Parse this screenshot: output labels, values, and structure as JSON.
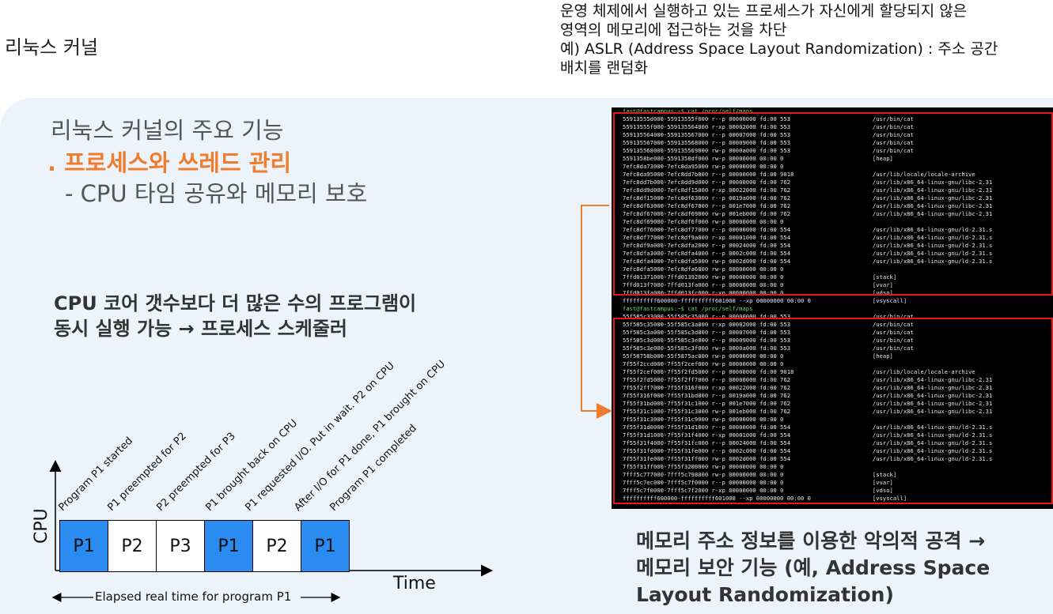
{
  "page_title": "리눅스 커널",
  "top_note": [
    "운영 체제에서 실행하고 있는 프로세스가 자신에게 할당되지 않은",
    "영역의 메모리에 접근하는 것을 차단",
    "예) ASLR (Address Space Layout Randomization) : 주소 공간",
    "배치를 랜덤화"
  ],
  "feature": {
    "title": "리눅스 커널의 주요 기능",
    "subtitle": ". 프로세스와 쓰레드 관리",
    "desc": "- CPU 타임 공유와 메모리 보호"
  },
  "scheduler_text": [
    "CPU 코어 갯수보다 더 많은 수의 프로그램이",
    "동시 실행 가능 → 프로세스 스케줄러"
  ],
  "malicious_text": [
    "메모리 주소 정보를 이용한 악의적 공격 →",
    "메모리 보안 기능 (예, Address Space",
    "Layout Randomization)"
  ],
  "diagram": {
    "y_label": "CPU",
    "x_label": "Time",
    "elapsed_label": "Elapsed real time for program P1",
    "blocks": [
      {
        "label": "P1",
        "kind": "p1"
      },
      {
        "label": "P2",
        "kind": "other"
      },
      {
        "label": "P3",
        "kind": "other"
      },
      {
        "label": "P1",
        "kind": "p1"
      },
      {
        "label": "P2",
        "kind": "other"
      },
      {
        "label": "P1",
        "kind": "p1"
      }
    ],
    "events": [
      "Program P1 started",
      "P1 preempted for P2",
      "P2 preempted for P3",
      "P1 brought back on CPU",
      "P1 requested I/O. Put in wait. P2 on CPU",
      "After I/O for P1 done, P1 brought on CPU",
      "Program P1 completed"
    ],
    "colors": {
      "p1": "#2a8cf0",
      "other": "#ffffff"
    }
  },
  "terminal": {
    "lines": [
      "fast@fastcampus:~$ cat /proc/self/maps",
      "55913555d000-55913555f000 r--p 00000000 fd:00 553                        /usr/bin/cat",
      "55913555f000-559135564000 r-xp 00002000 fd:00 553                        /usr/bin/cat",
      "559135564000-559135567000 r--p 00007000 fd:00 553                        /usr/bin/cat",
      "559135567000-559135568000 r--p 00009000 fd:00 553                        /usr/bin/cat",
      "559135568000-559135569000 rw-p 0000a000 fd:00 553                        /usr/bin/cat",
      "5591358be000-5591358df000 rw-p 00000000 00:00 0                          [heap]",
      "7efc8da73000-7efc8da95000 rw-p 00000000 00:00 0",
      "7efc8da95000-7efc8dd7b000 r--p 00000000 fd:00 9018                       /usr/lib/locale/locale-archive",
      "7efc8dd7b000-7efc8dd9d000 r--p 00000000 fd:00 762                        /usr/lib/x86_64-linux-gnu/libc-2.31",
      "7efc8dd9d000-7efc8df15000 r-xp 00022000 fd:00 762                        /usr/lib/x86_64-linux-gnu/libc-2.31",
      "7efc8df15000-7efc8df63000 r--p 0019a000 fd:00 762                        /usr/lib/x86_64-linux-gnu/libc-2.31",
      "7efc8df63000-7efc8df67000 r--p 001e7000 fd:00 762                        /usr/lib/x86_64-linux-gnu/libc-2.31",
      "7efc8df67000-7efc8df69000 rw-p 001eb000 fd:00 762                        /usr/lib/x86_64-linux-gnu/libc-2.31",
      "7efc8df69000-7efc8df6f000 rw-p 00000000 00:00 0",
      "7efc8df76000-7efc8df77000 r--p 00000000 fd:00 554                        /usr/lib/x86_64-linux-gnu/ld-2.31.s",
      "7efc8df77000-7efc8df9a000 r-xp 00001000 fd:00 554                        /usr/lib/x86_64-linux-gnu/ld-2.31.s",
      "7efc8df9a000-7efc8dfa2000 r--p 00024000 fd:00 554                        /usr/lib/x86_64-linux-gnu/ld-2.31.s",
      "7efc8dfa3000-7efc8dfa4000 r--p 0002c000 fd:00 554                        /usr/lib/x86_64-linux-gnu/ld-2.31.s",
      "7efc8dfa4000-7efc8dfa5000 rw-p 0002d000 fd:00 554                        /usr/lib/x86_64-linux-gnu/ld-2.31.s",
      "7efc8dfa5000-7efc8dfa6000 rw-p 00000000 00:00 0",
      "7ffd01371000-7ffd01392000 rw-p 00000000 00:00 0                          [stack]",
      "7ffd013f7000-7ffd013fa000 r--p 00000000 00:00 0                          [vvar]",
      "7ffd013fa000-7ffd013fc000 r-xp 00000000 00:00 0                          [vdso]",
      "ffffffffff600000-ffffffffff601000 --xp 00000000 00:00 0                  [vsyscall]",
      "fast@fastcampus:~$ cat /proc/self/maps",
      "55f585c33000-55f585c35000 r--p 00000000 fd:00 553                        /usr/bin/cat",
      "55f585c35000-55f585c3a000 r-xp 00002000 fd:00 553                        /usr/bin/cat",
      "55f585c3a000-55f585c3d000 r--p 00007000 fd:00 553                        /usr/bin/cat",
      "55f585c3d000-55f585c3e000 r--p 00009000 fd:00 553                        /usr/bin/cat",
      "55f585c3e000-55f585c3f000 rw-p 0000a000 fd:00 553                        /usr/bin/cat",
      "55f58758b000-55f5875ac000 rw-p 00000000 00:00 0                          [heap]",
      "7f55f2ccd000-7f55f2cef000 rw-p 00000000 00:00 0",
      "7f55f2cef000-7f55f2fd5000 r--p 00000000 fd:00 9018                       /usr/lib/locale/locale-archive",
      "7f55f2fd5000-7f55f2ff7000 r--p 00000000 fd:00 762                        /usr/lib/x86_64-linux-gnu/libc-2.31",
      "7f55f2ff7000-7f55f316f000 r-xp 00022000 fd:00 762                        /usr/lib/x86_64-linux-gnu/libc-2.31",
      "7f55f316f000-7f55f31bd000 r--p 0019a000 fd:00 762                        /usr/lib/x86_64-linux-gnu/libc-2.31",
      "7f55f31bd000-7f55f31c1000 r--p 001e7000 fd:00 762                        /usr/lib/x86_64-linux-gnu/libc-2.31",
      "7f55f31c1000-7f55f31c3000 rw-p 001eb000 fd:00 762                        /usr/lib/x86_64-linux-gnu/libc-2.31",
      "7f55f31c3000-7f55f31c9000 rw-p 00000000 00:00 0",
      "7f55f31d0000-7f55f31d1000 r--p 00000000 fd:00 554                        /usr/lib/x86_64-linux-gnu/ld-2.31.s",
      "7f55f31d1000-7f55f31f4000 r-xp 00001000 fd:00 554                        /usr/lib/x86_64-linux-gnu/ld-2.31.s",
      "7f55f31f4000-7f55f31fc000 r--p 00024000 fd:00 554                        /usr/lib/x86_64-linux-gnu/ld-2.31.s",
      "7f55f31fd000-7f55f31fe000 r--p 0002c000 fd:00 554                        /usr/lib/x86_64-linux-gnu/ld-2.31.s",
      "7f55f31fe000-7f55f31ff000 rw-p 0002d000 fd:00 554                        /usr/lib/x86_64-linux-gnu/ld-2.31.s",
      "7f55f31ff000-7f55f3200000 rw-p 00000000 00:00 0",
      "7fff5c777000-7fff5c798000 rw-p 00000000 00:00 0                          [stack]",
      "7fff5c7ec000-7fff5c7f0000 r--p 00000000 00:00 0                          [vvar]",
      "7fff5c7f0000-7fff5c7f2000 r-xp 00000000 00:00 0                          [vdso]",
      "ffffffffff600000-ffffffffff601000 --xp 00000000 00:00 0                  [vsyscall]"
    ],
    "highlight_color": "#e41b1b",
    "arrow_color": "#ef7d2d"
  }
}
